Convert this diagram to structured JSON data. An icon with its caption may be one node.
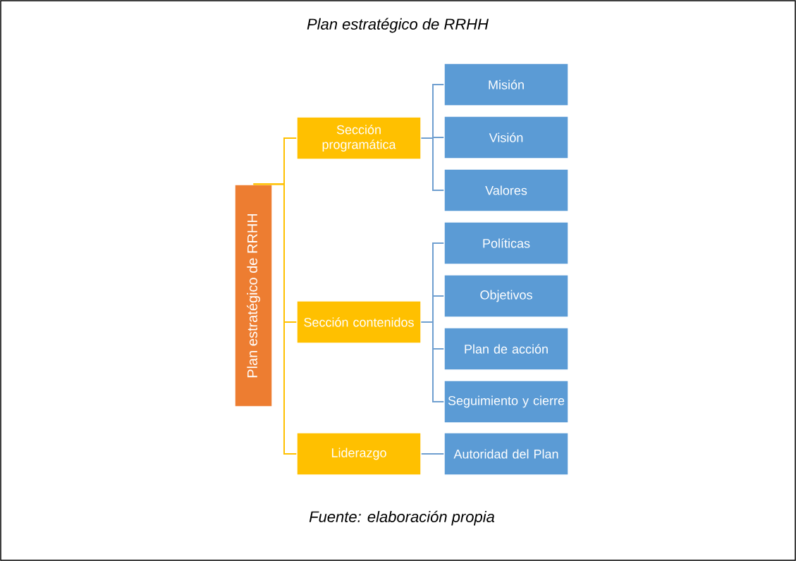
{
  "diagram": {
    "title": "Plan estratégico de RRHH",
    "caption": "Fuente: elaboración propia",
    "nodes": [
      {
        "text": [
          "Plan estratégico de RRHH"
        ]
      },
      {
        "text": [
          "Sección programática"
        ]
      },
      {
        "text": [
          "Misión"
        ]
      },
      {
        "text": [
          "Visión"
        ]
      },
      {
        "text": [
          "Valores"
        ]
      },
      {
        "text": [
          "Sección contenidos"
        ]
      },
      {
        "text": [
          "Políticas"
        ]
      },
      {
        "text": [
          "Objetivos"
        ]
      },
      {
        "text": [
          "Plan de acción"
        ]
      },
      {
        "text": [
          "Seguimiento y cierre"
        ]
      },
      {
        "text": [
          "Liderazgo"
        ]
      },
      {
        "text": [
          "Autoridad del Plan"
        ]
      }
    ],
    "edges": [
      {
        "from": 0,
        "to": 1,
        "arrow": "none",
        "color": "#ffc000"
      },
      {
        "from": 0,
        "to": 5,
        "arrow": "none",
        "color": "#ffc000"
      },
      {
        "from": 0,
        "to": 10,
        "arrow": "none",
        "color": "#ffc000"
      },
      {
        "from": 1,
        "to": 2,
        "arrow": "none"
      },
      {
        "from": 1,
        "to": 3,
        "arrow": "none"
      },
      {
        "from": 1,
        "to": 4,
        "arrow": "none"
      },
      {
        "from": 5,
        "to": 6,
        "arrow": "none"
      },
      {
        "from": 5,
        "to": 7,
        "arrow": "none"
      },
      {
        "from": 5,
        "to": 8,
        "arrow": "none"
      },
      {
        "from": 5,
        "to": 9,
        "arrow": "none"
      },
      {
        "from": 10,
        "to": 11,
        "arrow": "none"
      }
    ]
  }
}
